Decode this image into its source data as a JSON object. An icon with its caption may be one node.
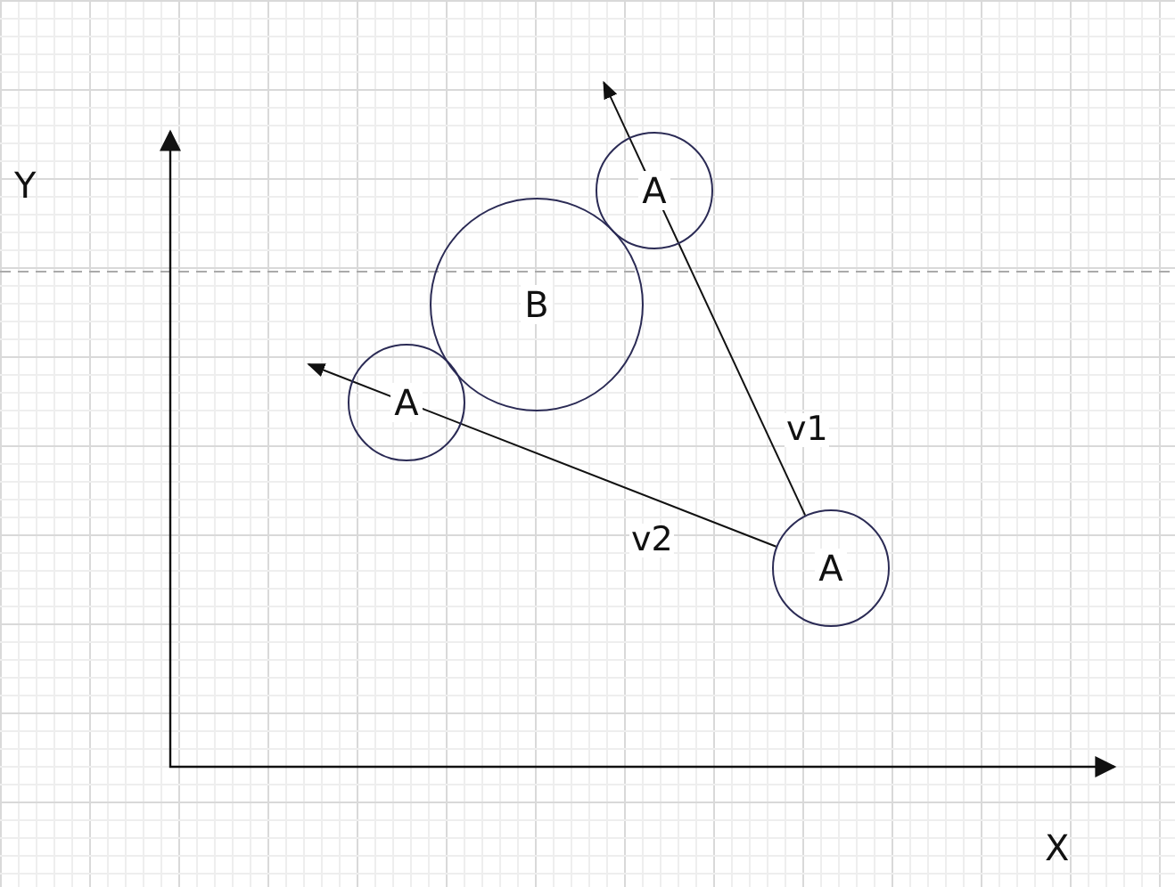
{
  "diagram": {
    "nodes": [
      {
        "text": [
          "A"
        ]
      },
      {
        "text": [
          "B"
        ]
      },
      {
        "text": [
          "A"
        ]
      },
      {
        "text": [
          "A"
        ]
      }
    ],
    "edges": [
      {
        "from": 3,
        "to": 0,
        "arrow": "to",
        "label": "v1"
      },
      {
        "from": 3,
        "to": 2,
        "arrow": "to",
        "label": "v2"
      }
    ],
    "labels": [
      "Y",
      "X"
    ]
  }
}
